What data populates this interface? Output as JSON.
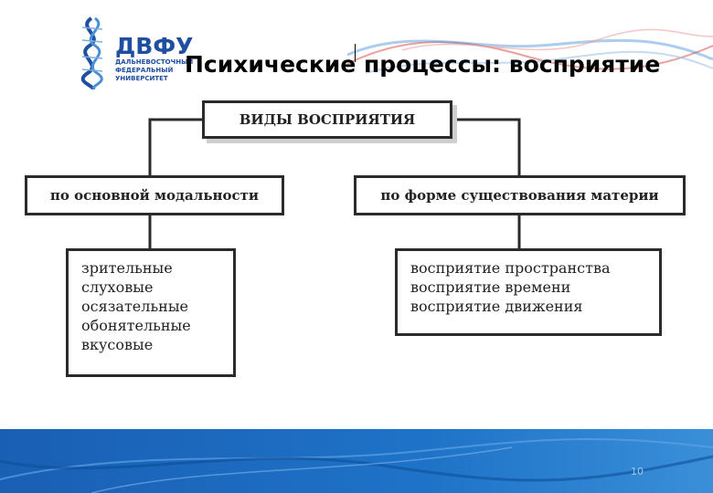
{
  "colors": {
    "brand_blue": "#1f4fa0",
    "footer_blue": "#1e73c8",
    "wave_red": "#d9534f",
    "wave_blue": "#4a90d9",
    "line": "#2b2b2b"
  },
  "logo": {
    "name": "ДВФУ",
    "line1": "ДАЛЬНЕВОСТОЧНЫЙ",
    "line2": "ФЕДЕРАЛЬНЫЙ",
    "line3": "УНИВЕРСИТЕТ",
    "icon": "dna-helix-icon"
  },
  "slide": {
    "title": "Психические процессы: восприятие",
    "page_number": "10"
  },
  "diagram": {
    "root": "ВИДЫ ВОСПРИЯТИЯ",
    "left": {
      "label": "по основной модальности",
      "items": [
        "зрительные",
        "слуховые",
        "осязательные",
        "обонятельные",
        "вкусовые"
      ]
    },
    "right": {
      "label": "по форме существования материи",
      "items": [
        "восприятие пространства",
        "восприятие времени",
        "восприятие движения"
      ]
    }
  }
}
